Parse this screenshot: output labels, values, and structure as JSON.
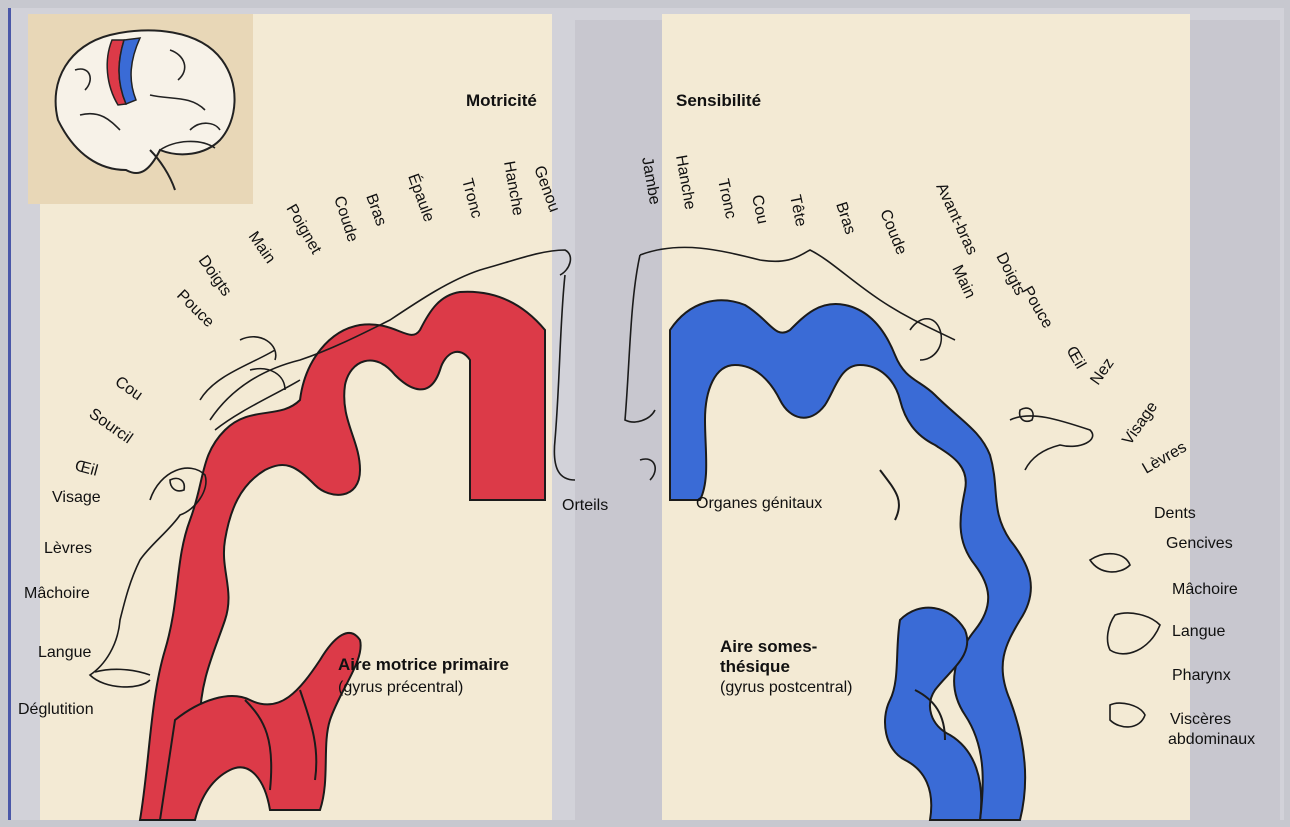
{
  "colors": {
    "motor": "#dc3a48",
    "sensory": "#3a6bd6",
    "paper": "#f3ead4",
    "page_bg": "#c7c8cf"
  },
  "motor": {
    "title": "Motricité",
    "area_title": "Aire motrice primaire",
    "area_subtitle": "(gyrus précentral)",
    "labels": [
      "Genou",
      "Hanche",
      "Tronc",
      "Épaule",
      "Bras",
      "Coude",
      "Poignet",
      "Main",
      "Doigts",
      "Pouce",
      "Cou",
      "Sourcil",
      "Œil",
      "Visage",
      "Lèvres",
      "Mâchoire",
      "Langue",
      "Déglutition",
      "Orteils"
    ]
  },
  "sensory": {
    "title": "Sensibilité",
    "area_title_line1": "Aire somes-",
    "area_title_line2": "thésique",
    "area_subtitle": "(gyrus postcentral)",
    "labels": [
      "Jambe",
      "Hanche",
      "Tronc",
      "Cou",
      "Tête",
      "Bras",
      "Coude",
      "Avant-bras",
      "Main",
      "Doigts",
      "Pouce",
      "Œil",
      "Nez",
      "Visage",
      "Lèvres",
      "Dents",
      "Gencives",
      "Mâchoire",
      "Langue",
      "Pharynx",
      "Viscères",
      "abdominaux",
      "Organes génitaux"
    ]
  },
  "icons": {
    "brain": "brain-icon",
    "homunculus": "homunculus-outline"
  }
}
